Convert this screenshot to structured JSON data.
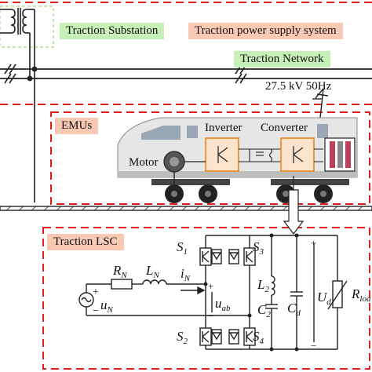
{
  "labels": {
    "substation": "Traction Substation",
    "supply_system": "Traction power supply system",
    "network": "Traction Network",
    "voltage": "27.5 kV 50Hz",
    "emus": "EMUs",
    "inverter": "Inverter",
    "converter": "Converter",
    "motor": "Motor",
    "lsc": "Traction LSC"
  },
  "circuit": {
    "s1": "S",
    "s1_sub": "1",
    "s2": "S",
    "s2_sub": "2",
    "s3": "S",
    "s3_sub": "3",
    "s4": "S",
    "s4_sub": "4",
    "rn": "R",
    "rn_sub": "N",
    "ln": "L",
    "ln_sub": "N",
    "in": "i",
    "in_sub": "N",
    "un": "u",
    "un_sub": "N",
    "uab": "u",
    "uab_sub": "ab",
    "l2": "L",
    "l2_sub": "2",
    "c2": "C",
    "c2_sub": "2",
    "cd": "C",
    "cd_sub": "d",
    "ud": "U",
    "ud_sub": "d",
    "rload": "R",
    "rload_sub": "loa",
    "plus": "+",
    "minus": "−"
  },
  "colors": {
    "dash_red": "#e0201b",
    "green_box": "#c7efb8",
    "pink_box": "#f9c9b4",
    "train_body": "#e6e6e6",
    "orange": "#e8902e",
    "wheel": "#222222"
  }
}
